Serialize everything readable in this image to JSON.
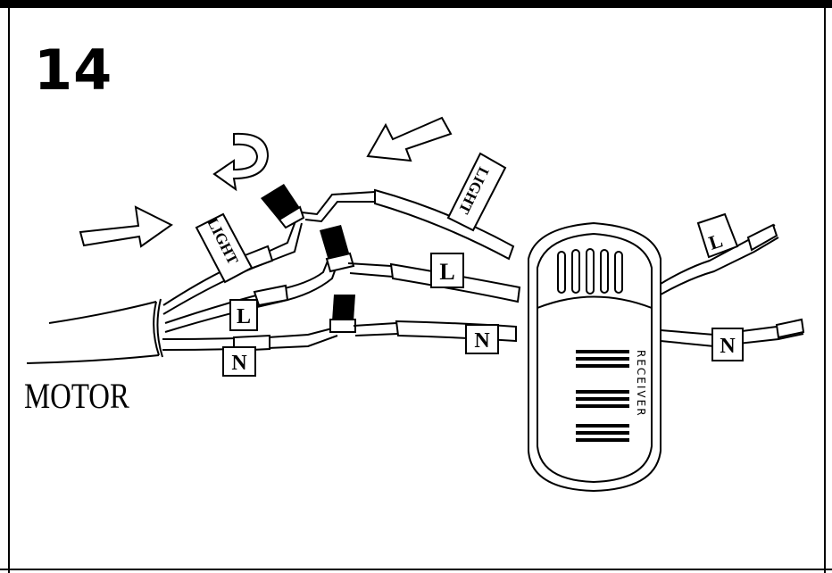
{
  "step": {
    "number": "14"
  },
  "motor": {
    "label": "MOTOR"
  },
  "tags": {
    "light": "LIGHT",
    "line": "L",
    "neutral": "N"
  },
  "receiver": {
    "label": "RECEIVER"
  },
  "colors": {
    "ink": "#000000",
    "paper": "#ffffff"
  },
  "icons": [
    "arrow-right-icon",
    "rotate-arrow-icon",
    "arrow-left-icon",
    "wire-nut-icon",
    "receiver-icon"
  ]
}
